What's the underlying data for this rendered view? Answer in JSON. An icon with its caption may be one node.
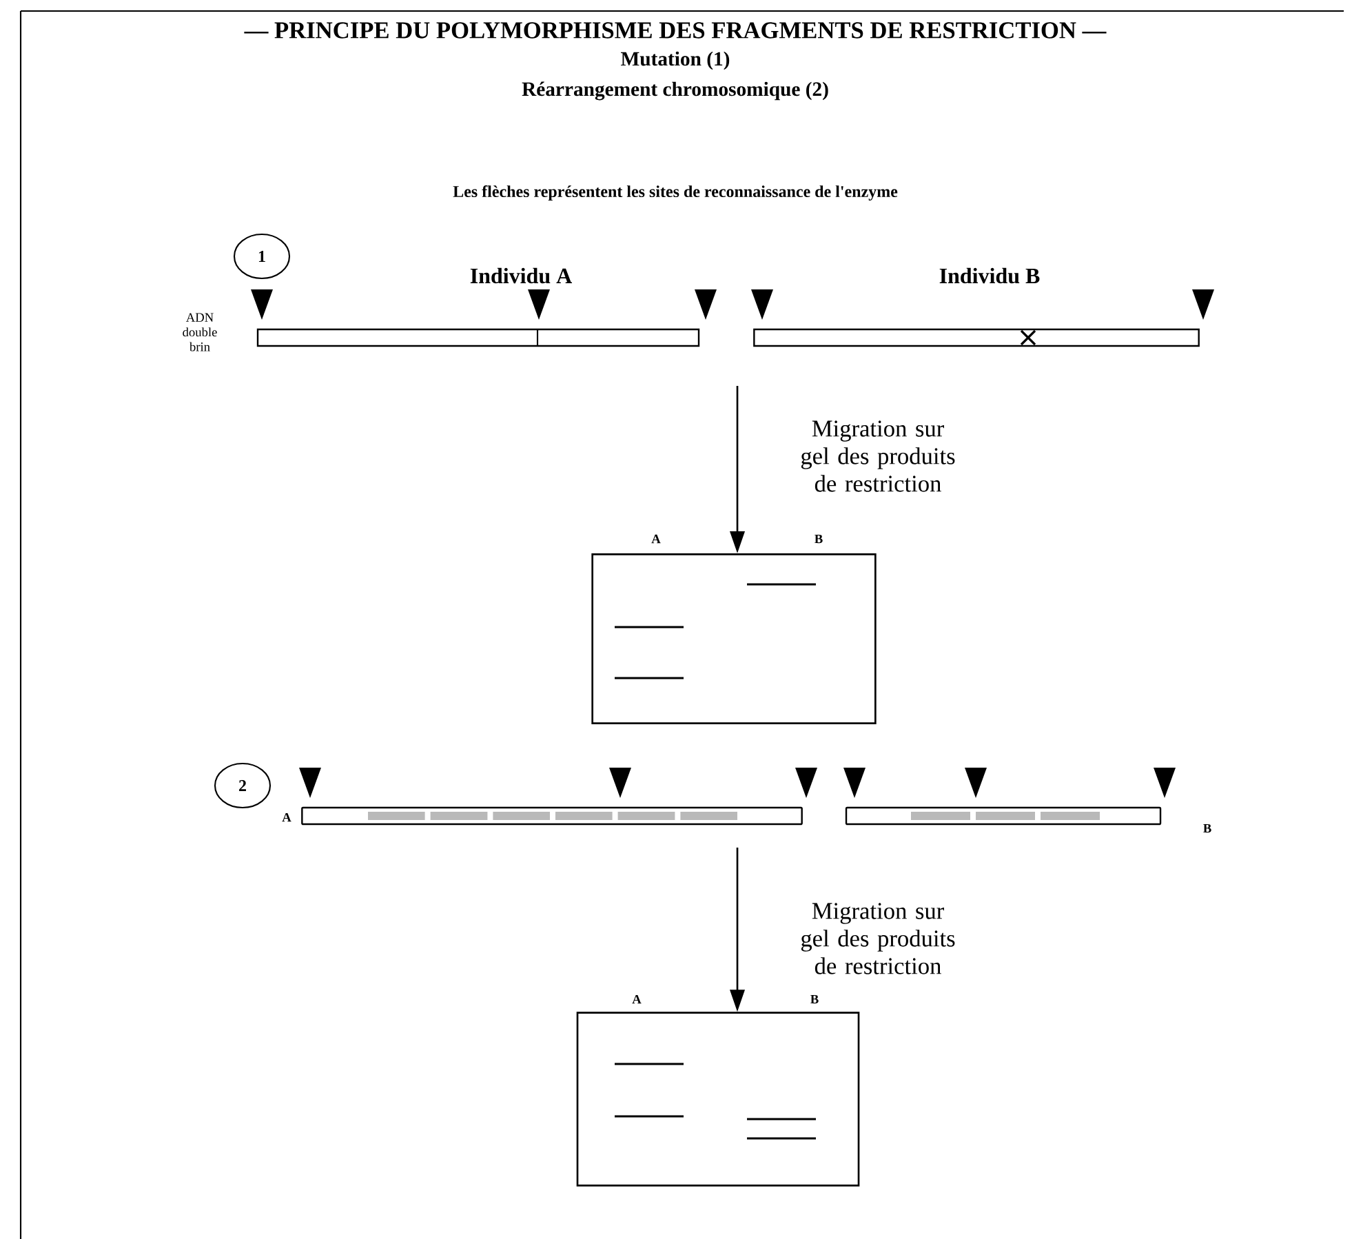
{
  "diagram": {
    "title": "— PRINCIPE DU POLYMORPHISME DES FRAGMENTS DE RESTRICTION —",
    "nodes": [
      {
        "text": [
          "1"
        ]
      },
      {
        "text": [
          "Individu A"
        ]
      },
      {
        "text": [
          "Individu B"
        ]
      },
      {
        "text": [],
        "shape": "box",
        "beside": [
          "A",
          "B"
        ]
      },
      {
        "text": [
          "2"
        ]
      },
      {
        "text": [],
        "shape": "bar",
        "beside": [
          "A"
        ]
      },
      {
        "text": [],
        "shape": "bar",
        "beside": [
          "B"
        ]
      },
      {
        "text": [],
        "shape": "box",
        "beside": [
          "A",
          "B"
        ]
      }
    ],
    "edges": [
      {
        "from": null,
        "to": 3,
        "arrow": "to",
        "label": "Migration sur gel des produits de restriction"
      },
      {
        "from": null,
        "to": 7,
        "arrow": "to",
        "label": "Migration sur gel des produits de restriction"
      }
    ],
    "labels": [
      "Mutation (1)",
      "Réarrangement chromosomique (2)",
      "Les flèches représentent les sites de reconnaissance de l'enzyme",
      "ADN double brin"
    ]
  }
}
